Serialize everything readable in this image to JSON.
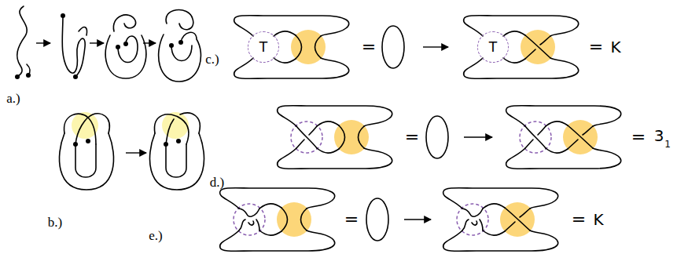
{
  "diagram": {
    "nodes": [
      {
        "text": [
          "T"
        ]
      },
      {
        "text": [
          "T"
        ]
      }
    ],
    "labels": [
      "a.)",
      "b.)",
      "c.)",
      "=",
      "=",
      "K",
      "d.)",
      "=",
      "=",
      "3",
      "1",
      "e.)",
      "=",
      "=",
      "K"
    ]
  }
}
